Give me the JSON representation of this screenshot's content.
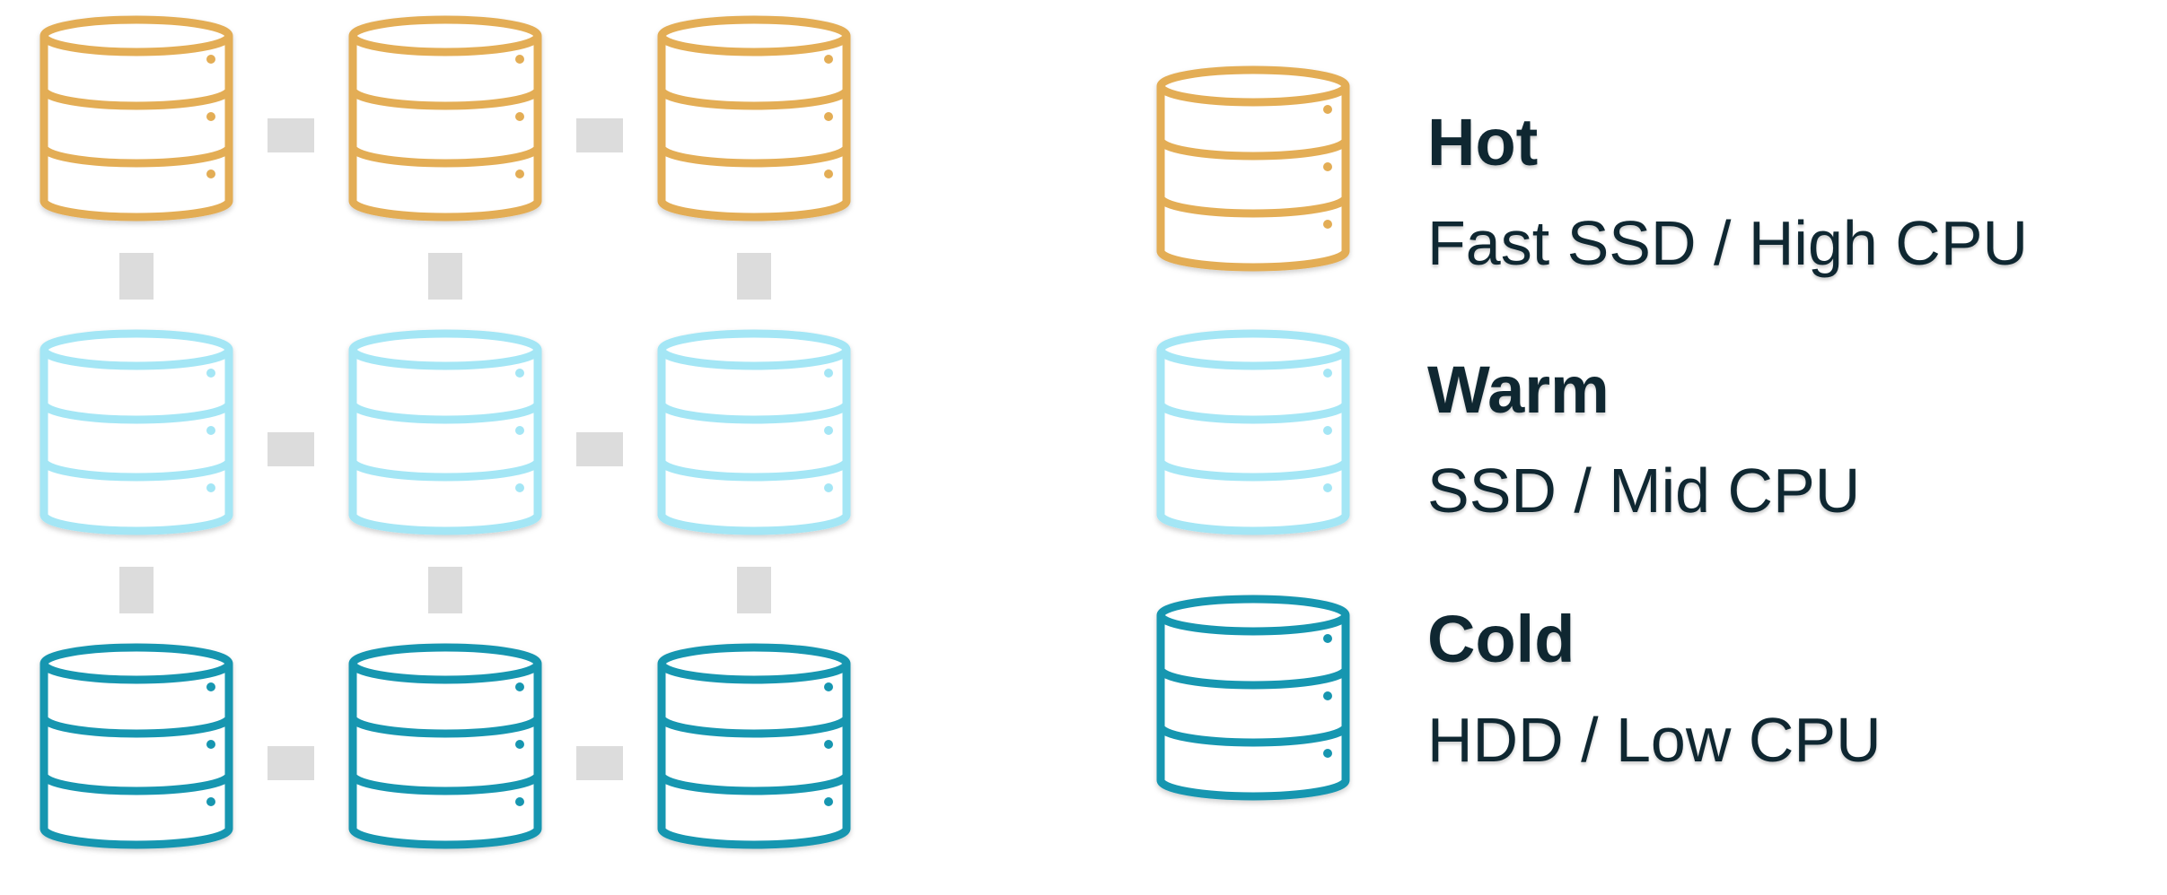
{
  "tiers": [
    {
      "name": "Hot",
      "description": "Fast SSD / High CPU",
      "color": "#e3ad55"
    },
    {
      "name": "Warm",
      "description": "SSD / Mid CPU",
      "color": "#a4e6f5"
    },
    {
      "name": "Cold",
      "description": "HDD / Low CPU",
      "color": "#1796b0"
    }
  ],
  "cluster": {
    "columns": 3,
    "rows": [
      "Hot",
      "Warm",
      "Cold"
    ],
    "connector_color": "#dcdcdc"
  },
  "icons": {
    "node": "database-icon",
    "link": "connector-block"
  }
}
